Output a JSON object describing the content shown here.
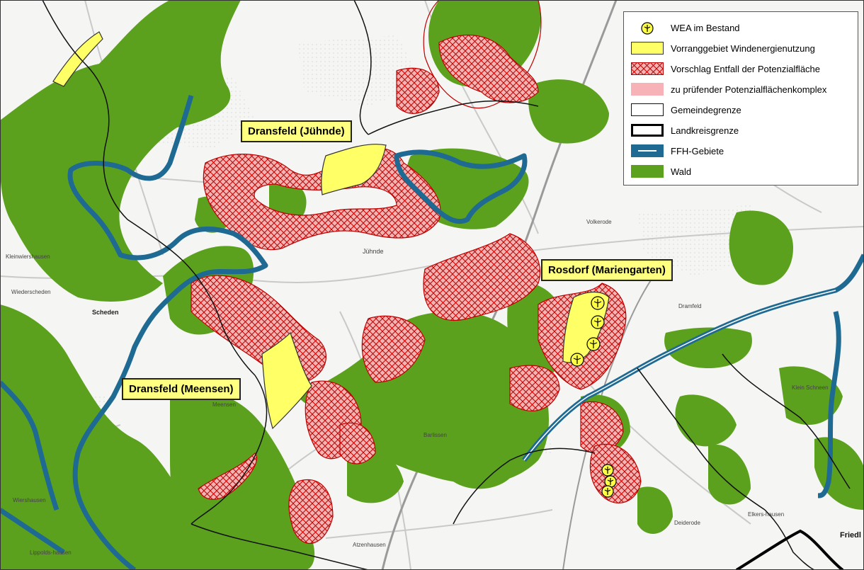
{
  "labels": {
    "dransfeld_juehnde": "Dransfeld (Jühnde)",
    "rosdorf": "Rosdorf (Mariengarten)",
    "dransfeld_meensen": "Dransfeld (Meensen)"
  },
  "legend": {
    "items": [
      {
        "key": "wea",
        "label": "WEA im Bestand"
      },
      {
        "key": "vorrang",
        "label": "Vorranggebiet Windenergienutzung"
      },
      {
        "key": "entfall",
        "label": "Vorschlag Entfall der Potenzialfläche"
      },
      {
        "key": "pruefen",
        "label": "zu prüfender Potenzialflächenkomplex"
      },
      {
        "key": "gemeinde",
        "label": "Gemeindegrenze"
      },
      {
        "key": "landkreis",
        "label": "Landkreisgrenze"
      },
      {
        "key": "ffh",
        "label": "FFH-Gebiete"
      },
      {
        "key": "wald",
        "label": "Wald"
      }
    ]
  },
  "places": {
    "juehnde": "Jühnde",
    "scheden": "Scheden",
    "meensen": "Meensen",
    "barlissen": "Barlissen",
    "atzenhausen": "Atzenhausen",
    "volkerode": "Volkerode",
    "dramfeld": "Dramfeld",
    "klein_schneen": "Klein Schneen",
    "elkershausen": "Elkers-hausen",
    "deiderode": "Deiderode",
    "wiershausen": "Wiershausen",
    "lippoldshausen": "Lippolds-hausen",
    "wiedersheim": "Wiederscheden",
    "friedland": "Friedl",
    "klein_wiershausen": "Kleinwiershausen"
  },
  "colors": {
    "wald": "#5ca11e",
    "vorrang": "#ffff66",
    "entfall_fill": "#f2a8a8",
    "entfall_hatch": "#c00000",
    "pruefen": "#f7b2b8",
    "ffh": "#2b7aa6",
    "border": "#000000"
  }
}
